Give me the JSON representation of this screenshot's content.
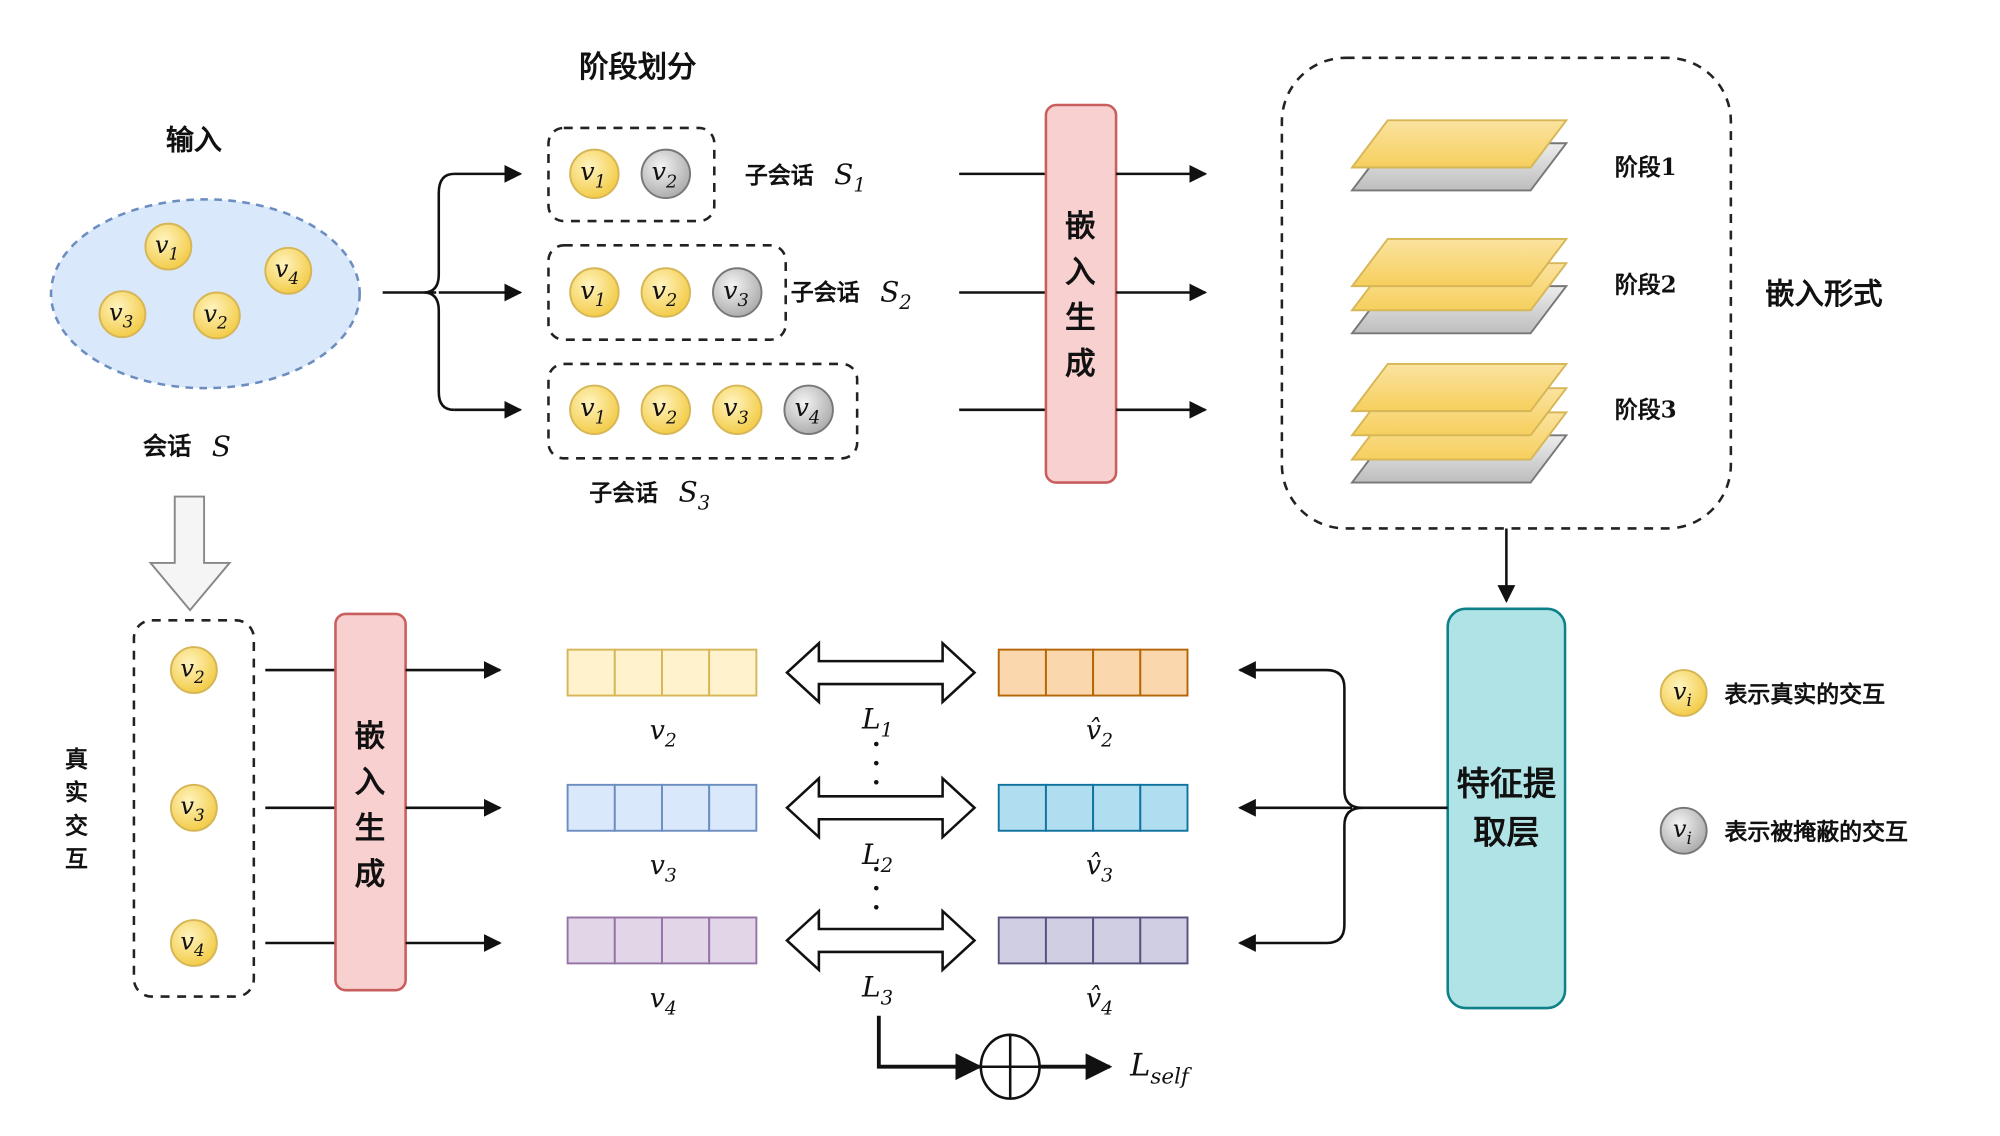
{
  "colors": {
    "node_real": "#f7d561",
    "node_masked": "#c9c9c9",
    "session_fill": "#dae8fc",
    "session_stroke": "#6c8ebf",
    "embed_fill": "#f8d0d0",
    "embed_stroke": "#c95e5e",
    "feature_fill": "#b0e3e6",
    "feature_stroke": "#0e8088",
    "layer_yellow": "#fbe08a",
    "layer_gray": "#cfcfcf"
  },
  "input": {
    "title": "输入",
    "session_label": "会话",
    "session_symbol": "S",
    "nodes": [
      {
        "base": "v",
        "sub": "1",
        "masked": false
      },
      {
        "base": "v",
        "sub": "4",
        "masked": false
      },
      {
        "base": "v",
        "sub": "3",
        "masked": false
      },
      {
        "base": "v",
        "sub": "2",
        "masked": false
      }
    ]
  },
  "partition": {
    "title": "阶段划分",
    "subsessions": [
      {
        "label": "子会话",
        "symbol": "S",
        "sub": "1",
        "nodes": [
          {
            "base": "v",
            "sub": "1",
            "masked": false
          },
          {
            "base": "v",
            "sub": "2",
            "masked": true
          }
        ]
      },
      {
        "label": "子会话",
        "symbol": "S",
        "sub": "2",
        "nodes": [
          {
            "base": "v",
            "sub": "1",
            "masked": false
          },
          {
            "base": "v",
            "sub": "2",
            "masked": false
          },
          {
            "base": "v",
            "sub": "3",
            "masked": true
          }
        ]
      },
      {
        "label": "子会话",
        "symbol": "S",
        "sub": "3",
        "nodes": [
          {
            "base": "v",
            "sub": "1",
            "masked": false
          },
          {
            "base": "v",
            "sub": "2",
            "masked": false
          },
          {
            "base": "v",
            "sub": "3",
            "masked": false
          },
          {
            "base": "v",
            "sub": "4",
            "masked": true
          }
        ]
      }
    ]
  },
  "embed_top": {
    "label": [
      "嵌",
      "入",
      "生",
      "成"
    ]
  },
  "embed_form": {
    "title": "嵌入形式",
    "stages": [
      {
        "label": "阶段1",
        "yellow_layers": 1
      },
      {
        "label": "阶段2",
        "yellow_layers": 2
      },
      {
        "label": "阶段3",
        "yellow_layers": 3
      }
    ]
  },
  "real_interactions": {
    "label": [
      "真",
      "实",
      "交",
      "互"
    ],
    "nodes": [
      {
        "base": "v",
        "sub": "2"
      },
      {
        "base": "v",
        "sub": "3"
      },
      {
        "base": "v",
        "sub": "4"
      }
    ]
  },
  "embed_bottom": {
    "label": [
      "嵌",
      "入",
      "生",
      "成"
    ]
  },
  "vectors": [
    {
      "left": {
        "base": "v",
        "sub": "2",
        "fill": "#fff2cc",
        "stroke": "#d6b656"
      },
      "right": {
        "base": "v̂",
        "sub": "2",
        "fill": "#fad7ac",
        "stroke": "#b46504"
      },
      "loss": {
        "base": "L",
        "sub": "1"
      }
    },
    {
      "left": {
        "base": "v",
        "sub": "3",
        "fill": "#dae8fc",
        "stroke": "#6c8ebf"
      },
      "right": {
        "base": "v̂",
        "sub": "3",
        "fill": "#b1ddf0",
        "stroke": "#10739e"
      },
      "loss": {
        "base": "L",
        "sub": "2"
      }
    },
    {
      "left": {
        "base": "v",
        "sub": "4",
        "fill": "#e1d5e7",
        "stroke": "#9673a6"
      },
      "right": {
        "base": "v̂",
        "sub": "4",
        "fill": "#d0cee2",
        "stroke": "#56517e"
      },
      "loss": {
        "base": "L",
        "sub": "3"
      }
    }
  ],
  "feature_layer": {
    "label_line1": "特征提",
    "label_line2": "取层"
  },
  "loss_total": {
    "base": "L",
    "sub": "self"
  },
  "legend": [
    {
      "symbol_base": "v",
      "symbol_sub": "i",
      "masked": false,
      "text": "表示真实的交互"
    },
    {
      "symbol_base": "v",
      "symbol_sub": "i",
      "masked": true,
      "text": "表示被掩蔽的交互"
    }
  ]
}
